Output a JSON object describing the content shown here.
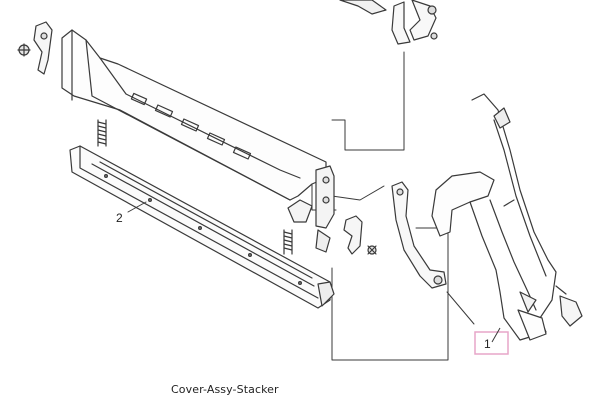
{
  "diagram": {
    "caption": "Cover-Assy-Stacker",
    "callouts": [
      {
        "label": "1",
        "highlighted": true
      },
      {
        "label": "2",
        "highlighted": false
      }
    ]
  },
  "colors": {
    "line": "#3a3a3a",
    "highlight_box": "#e7a6c8",
    "background": "#ffffff"
  }
}
